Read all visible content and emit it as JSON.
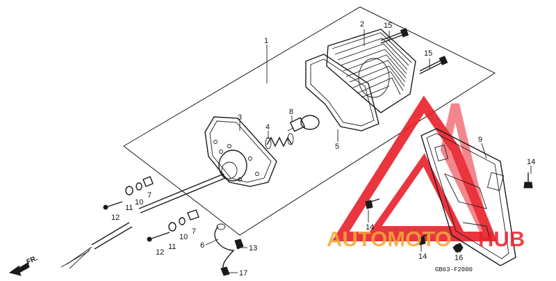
{
  "diagram": {
    "direction_label": "FR.",
    "code": "GB63-F2000",
    "callouts": {
      "c1": "1",
      "c2": "2",
      "c3": "3",
      "c4": "4",
      "c5": "5",
      "c6": "6",
      "c7a": "7",
      "c7b": "7",
      "c8": "8",
      "c9": "9",
      "c10a": "10",
      "c10b": "10",
      "c11a": "11",
      "c11b": "11",
      "c12a": "12",
      "c12b": "12",
      "c13": "13",
      "c14a": "14",
      "c14b": "14",
      "c14c": "14",
      "c15a": "15",
      "c15b": "15",
      "c16": "16",
      "c17": "17"
    }
  },
  "watermark": {
    "brand_part1": "AUTOMOTO",
    "brand_part2": "HUB",
    "color_red": "#e8202a",
    "color_orange": "#f2a93b"
  }
}
